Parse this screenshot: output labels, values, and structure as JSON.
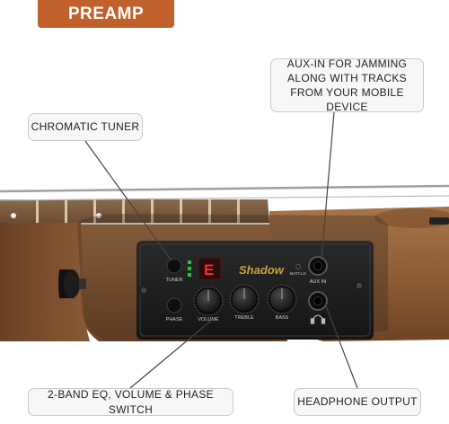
{
  "header": {
    "title": "PREAMP",
    "color": "#c0602b"
  },
  "callouts": {
    "tuner": "CHROMATIC TUNER",
    "aux": "AUX-IN FOR JAMMING ALONG WITH TRACKS FROM YOUR MOBILE DEVICE",
    "eq": "2-BAND EQ, VOLUME & PHASE SWITCH",
    "headphone": "HEADPHONE OUTPUT"
  },
  "panel": {
    "brand": "Shadow",
    "tuner_display": "E",
    "labels": {
      "tuner": "TUNER",
      "phase": "PHASE",
      "volume": "VOLUME",
      "treble": "TREBLE",
      "bass": "BASS",
      "batt_lo": "BATT.LO",
      "aux_in": "AUX IN"
    }
  }
}
